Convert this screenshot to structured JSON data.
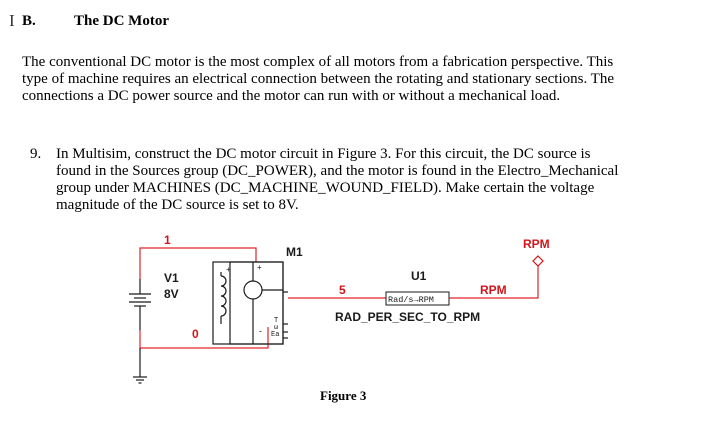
{
  "section": {
    "number": "B.",
    "title": "The DC Motor"
  },
  "intro_lines": [
    "The conventional DC motor is the most complex of all motors from a fabrication perspective.  This",
    "type of machine requires an electrical connection between the rotating and stationary sections.  The",
    "connections a DC power source and the motor can run with or without a mechanical load."
  ],
  "question": {
    "number": "9.",
    "lines": [
      "In Multisim, construct the DC motor circuit in Figure 3. For this circuit, the DC source is",
      "found in the Sources group (DC_POWER), and the motor is found in the Electro_Mechanical",
      "group under MACHINES (DC_MACHINE_WOUND_FIELD). Make certain the voltage",
      "magnitude of the DC source is set to 8V."
    ]
  },
  "schematic": {
    "source_ref": "V1",
    "source_value": "8V",
    "motor_ref": "M1",
    "converter_ref": "U1",
    "converter_label": "Rad/s→RPM",
    "converter_name": "RAD_PER_SEC_TO_RPM",
    "probe_label": "RPM",
    "net_1": "1",
    "net_0": "0",
    "net_5": "5",
    "net_rpm": "RPM",
    "pin_plus_a": "+",
    "pin_plus_b": "+",
    "pin_minus": "-",
    "pin_t": "T",
    "pin_w": "ω",
    "pin_ea": "Ea"
  },
  "figure_caption": "Figure 3",
  "colors": {
    "wire": "#e0242b",
    "component": "#1a1a1a",
    "net_label": "#d0161c"
  }
}
